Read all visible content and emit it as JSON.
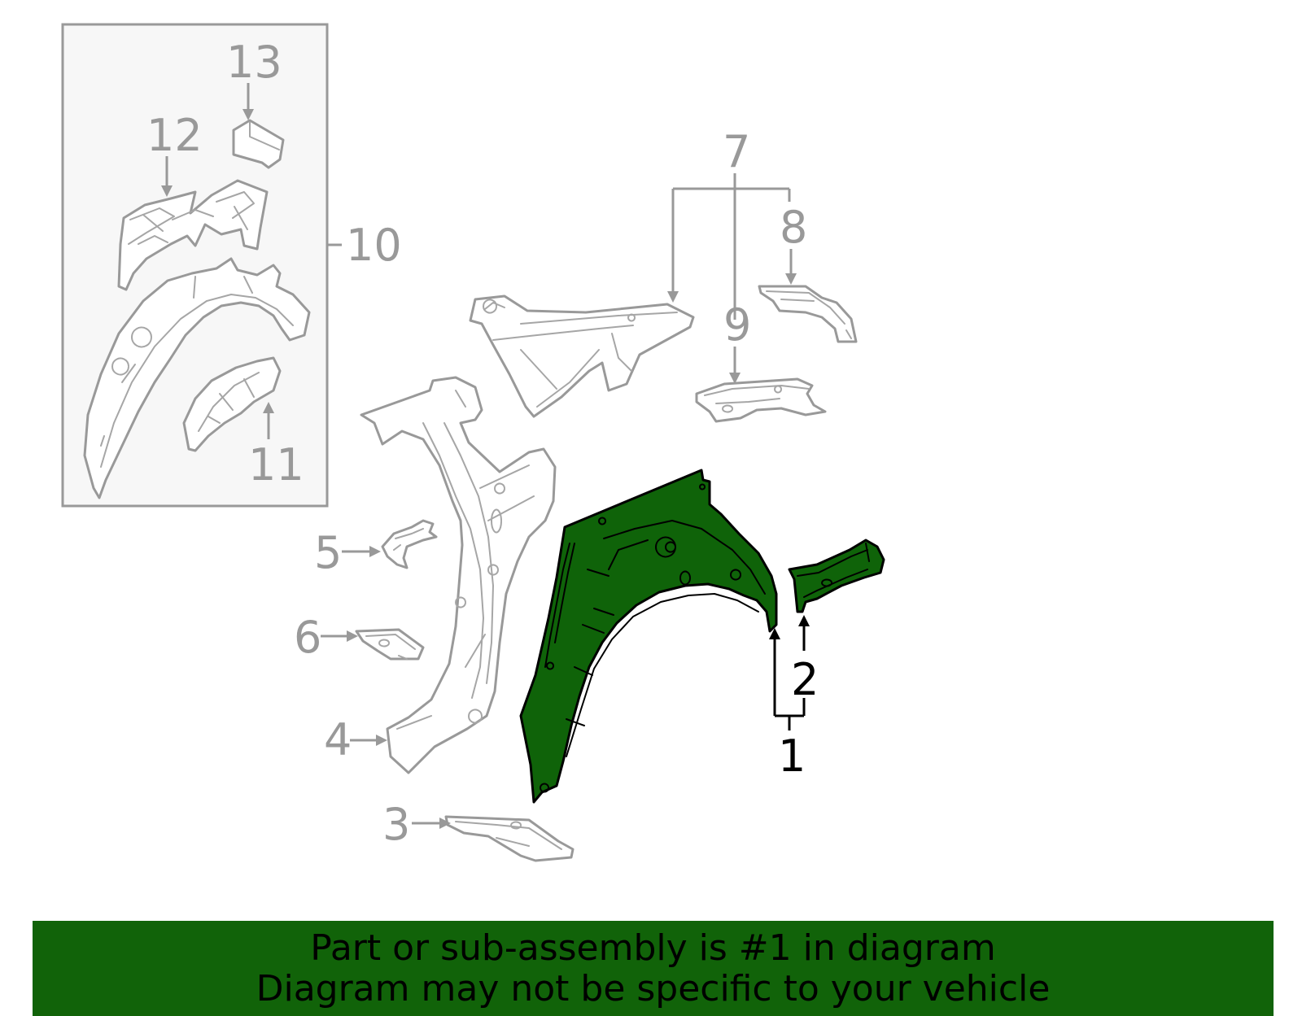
{
  "callouts": {
    "c1": "1",
    "c2": "2",
    "c3": "3",
    "c4": "4",
    "c5": "5",
    "c6": "6",
    "c7": "7",
    "c8": "8",
    "c9": "9",
    "c10": "10",
    "c11": "11",
    "c12": "12",
    "c13": "13"
  },
  "highlighted_part": "1",
  "colors": {
    "highlight_fill": "#0f6309",
    "banner_background": "#116309",
    "ghost_line": "#999999",
    "label_grey": "#999999",
    "label_active": "#000000"
  },
  "banner": {
    "line1": "Part or sub-assembly is #1 in diagram",
    "line2": "Diagram may not be specific to your vehicle"
  }
}
